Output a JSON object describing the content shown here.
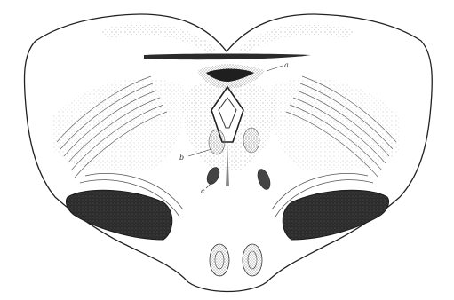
{
  "figure": {
    "labels": {
      "a": "a",
      "b": "b",
      "c": "c"
    },
    "colors": {
      "ink": "#222222",
      "dark_mass": "#2f2f2f",
      "stipple": "#555555",
      "background": "#ffffff"
    }
  }
}
